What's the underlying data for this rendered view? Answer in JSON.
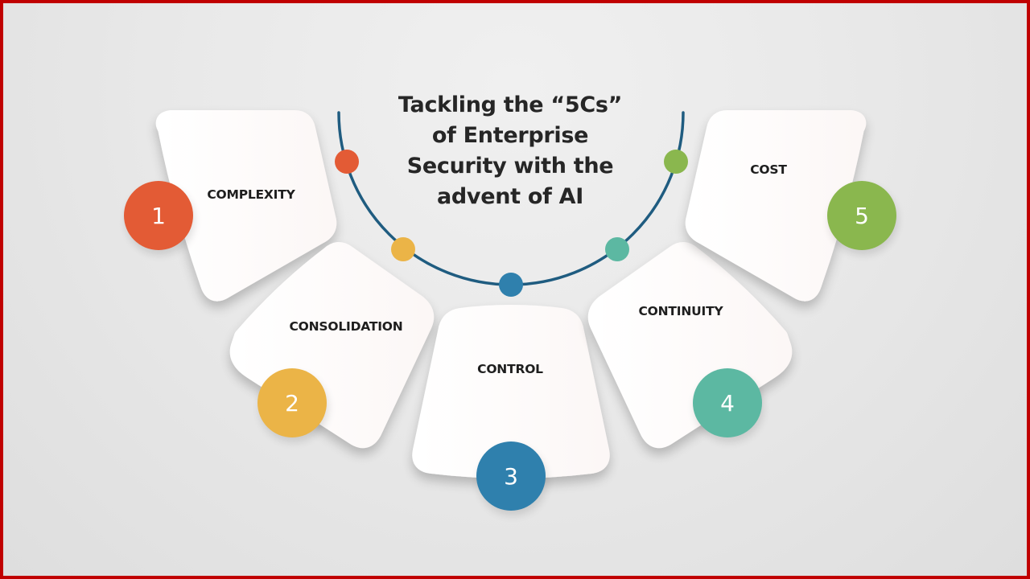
{
  "title": "Tackling the “5Cs” of Enterprise Security with the advent of AI",
  "title_lines": [
    "Tackling the “5Cs”",
    "of Enterprise",
    "Security with the",
    "advent of AI"
  ],
  "colors": {
    "border": "#C00000",
    "arc": "#1F5C80",
    "card": "#FFFFFF",
    "text": "#1E1E1E"
  },
  "items": [
    {
      "number": "1",
      "label": "COMPLEXITY",
      "color": "#E35B35"
    },
    {
      "number": "2",
      "label": "CONSOLIDATION",
      "color": "#EBB447"
    },
    {
      "number": "3",
      "label": "CONTROL",
      "color": "#2F80AD"
    },
    {
      "number": "4",
      "label": "CONTINUITY",
      "color": "#5CB8A2"
    },
    {
      "number": "5",
      "label": "COST",
      "color": "#8AB74E"
    }
  ]
}
